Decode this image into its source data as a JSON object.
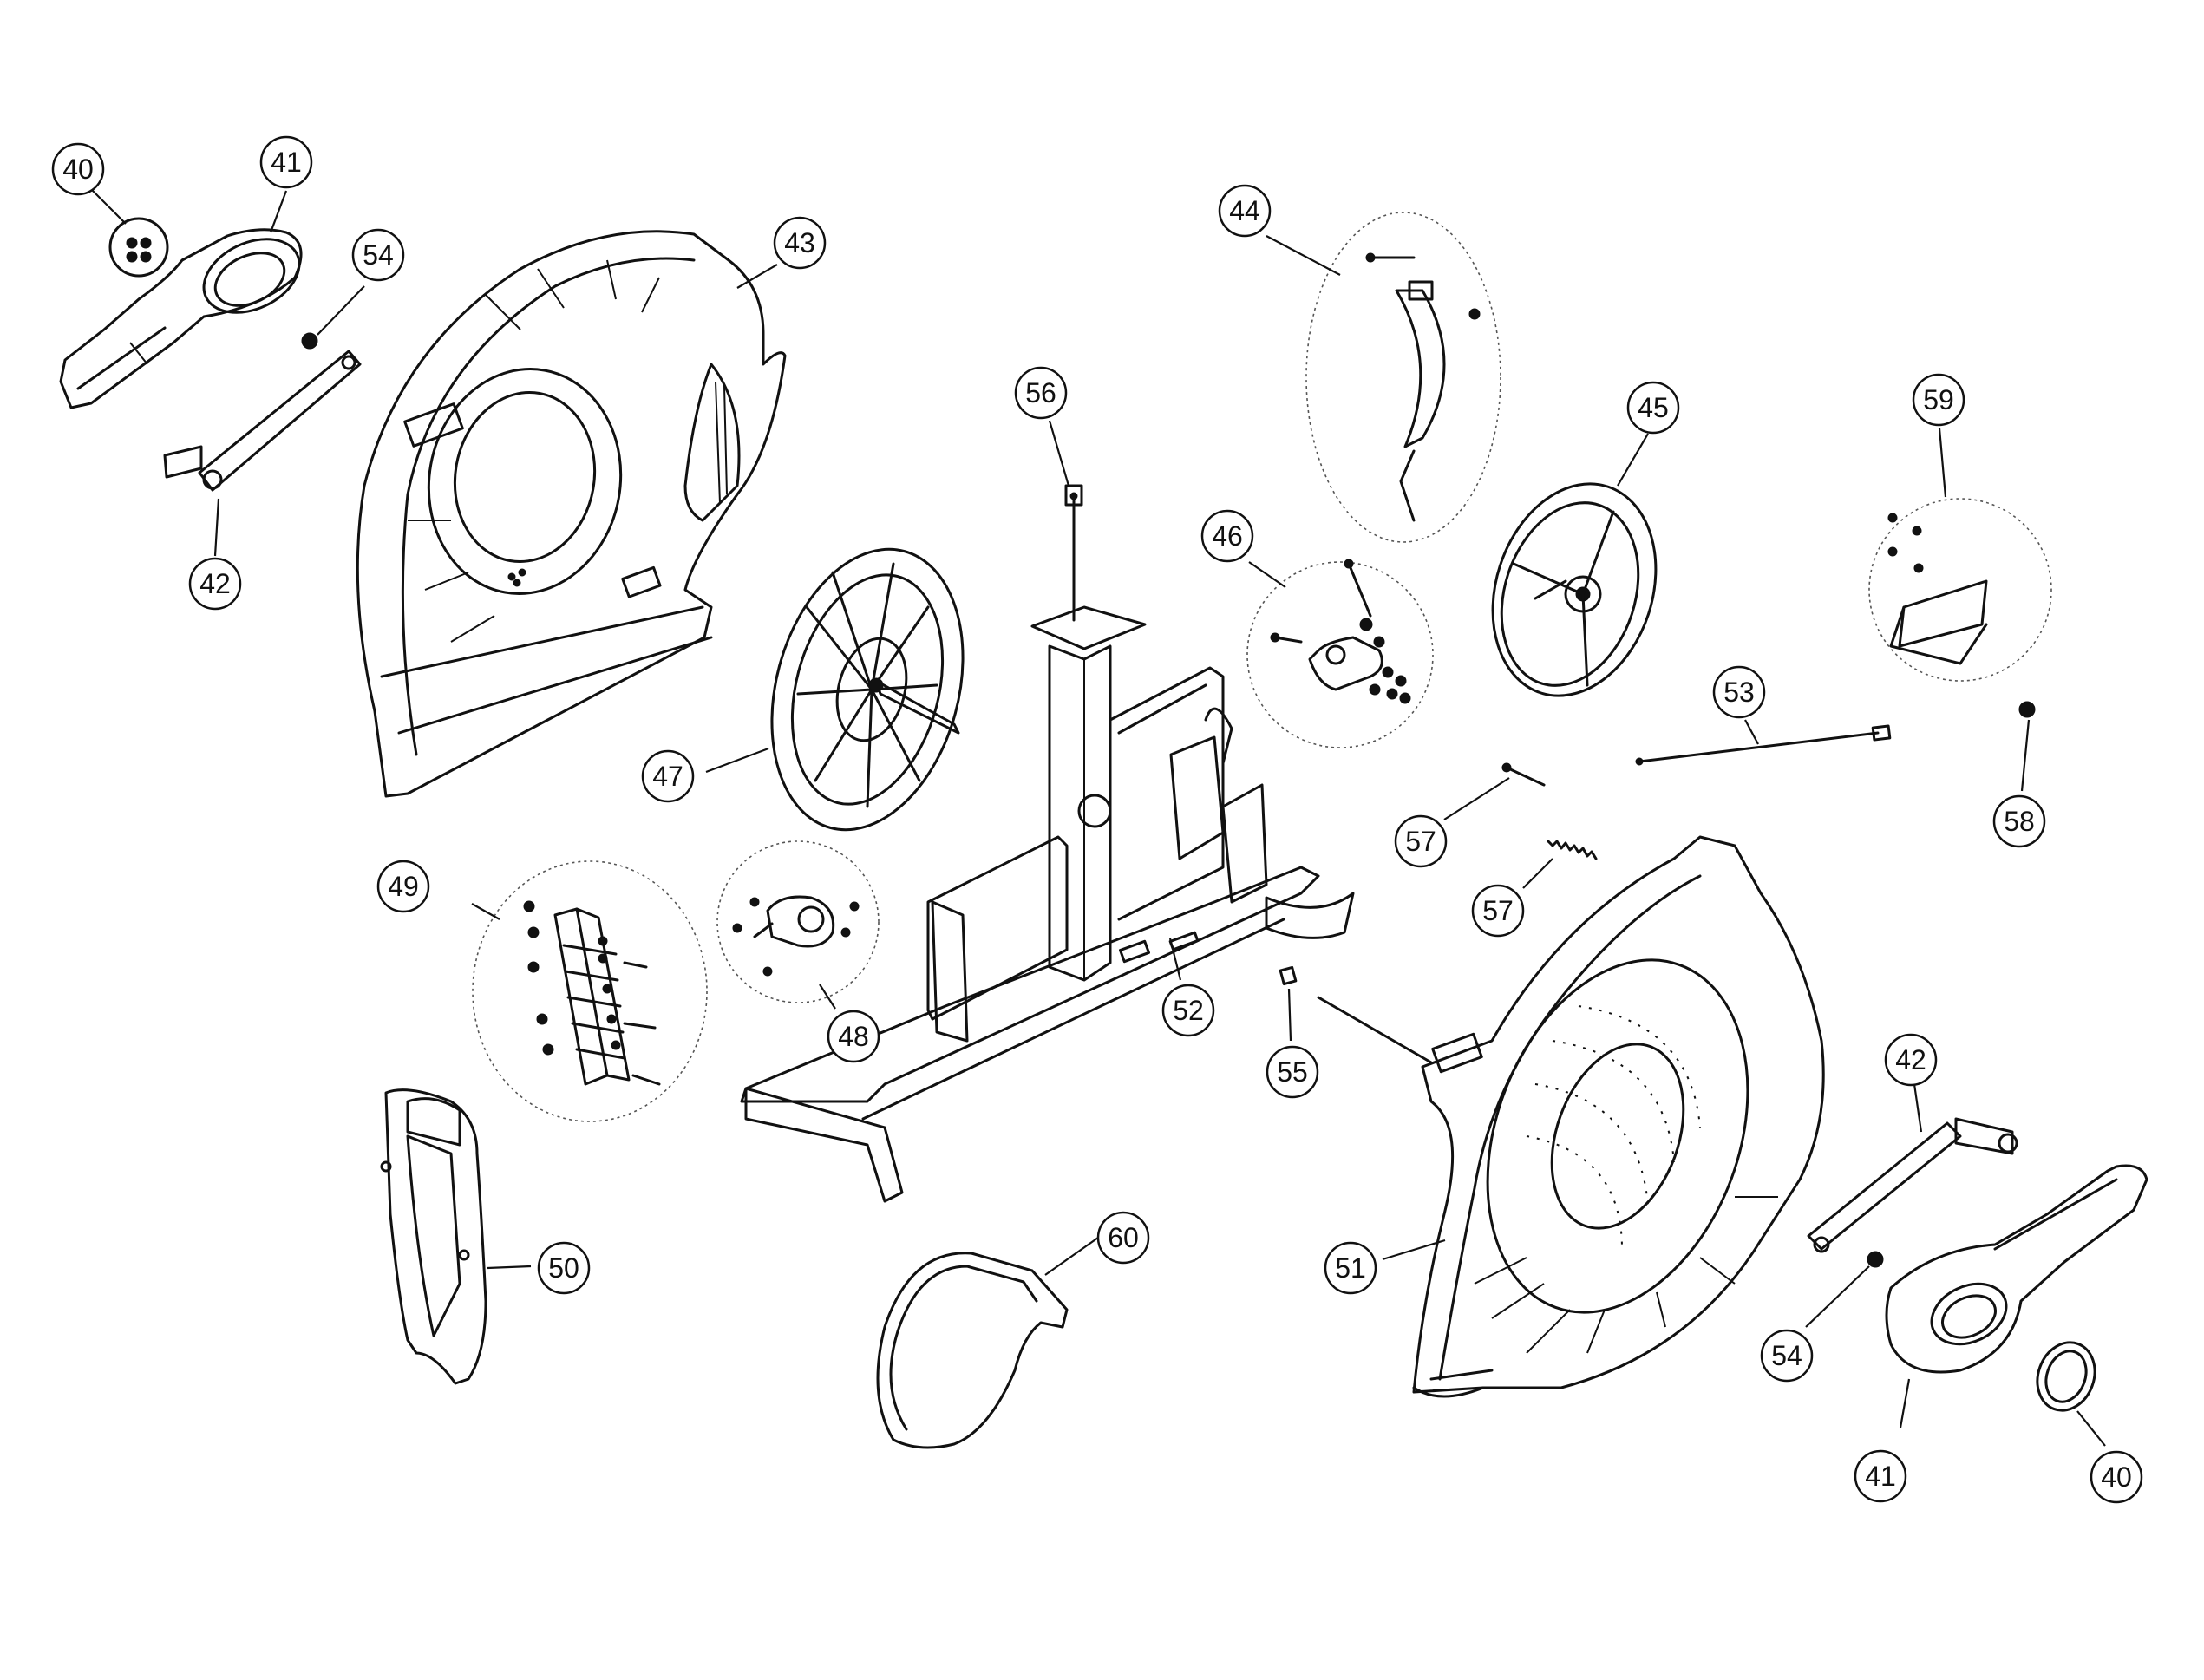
{
  "callouts": [
    {
      "id": "c40a",
      "label": "40"
    },
    {
      "id": "c41a",
      "label": "41"
    },
    {
      "id": "c54a",
      "label": "54"
    },
    {
      "id": "c42a",
      "label": "42"
    },
    {
      "id": "c43",
      "label": "43"
    },
    {
      "id": "c44",
      "label": "44"
    },
    {
      "id": "c56",
      "label": "56"
    },
    {
      "id": "c45",
      "label": "45"
    },
    {
      "id": "c46",
      "label": "46"
    },
    {
      "id": "c59",
      "label": "59"
    },
    {
      "id": "c47",
      "label": "47"
    },
    {
      "id": "c53",
      "label": "53"
    },
    {
      "id": "c49",
      "label": "49"
    },
    {
      "id": "c57a",
      "label": "57"
    },
    {
      "id": "c58",
      "label": "58"
    },
    {
      "id": "c57b",
      "label": "57"
    },
    {
      "id": "c52",
      "label": "52"
    },
    {
      "id": "c48",
      "label": "48"
    },
    {
      "id": "c55",
      "label": "55"
    },
    {
      "id": "c42b",
      "label": "42"
    },
    {
      "id": "c50",
      "label": "50"
    },
    {
      "id": "c60",
      "label": "60"
    },
    {
      "id": "c51",
      "label": "51"
    },
    {
      "id": "c54b",
      "label": "54"
    },
    {
      "id": "c41b",
      "label": "41"
    },
    {
      "id": "c40b",
      "label": "40"
    }
  ]
}
